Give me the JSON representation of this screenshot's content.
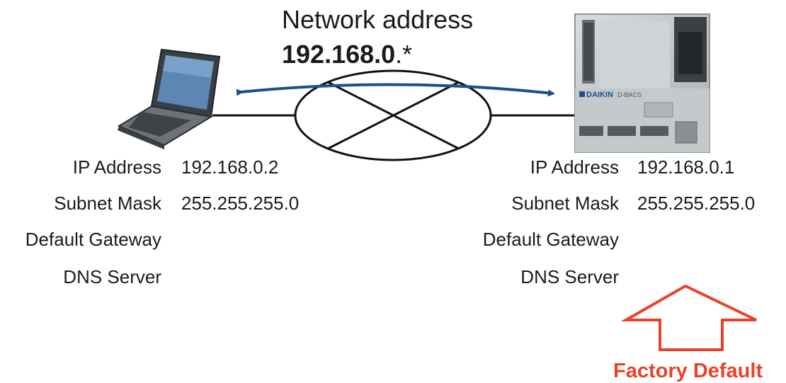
{
  "header": {
    "title": "Network address",
    "address_bold": "192.168.0",
    "address_suffix": ".*"
  },
  "laptop": {
    "ip_label": "IP Address",
    "ip_value": "192.168.0.2",
    "subnet_label": "Subnet Mask",
    "subnet_value": "255.255.255.0",
    "gateway_label": "Default Gateway",
    "dns_label": "DNS Server"
  },
  "controller": {
    "brand": "DAIKIN",
    "model": "D-BACS",
    "ip_label": "IP Address",
    "ip_value": "192.168.0.1",
    "subnet_label": "Subnet Mask",
    "subnet_value": "255.255.255.0",
    "gateway_label": "Default Gateway",
    "dns_label": "DNS Server"
  },
  "callout": {
    "label": "Factory Default",
    "color": "#e8432a"
  },
  "colors": {
    "arrow": "#1f4e8c",
    "line": "#111111"
  }
}
